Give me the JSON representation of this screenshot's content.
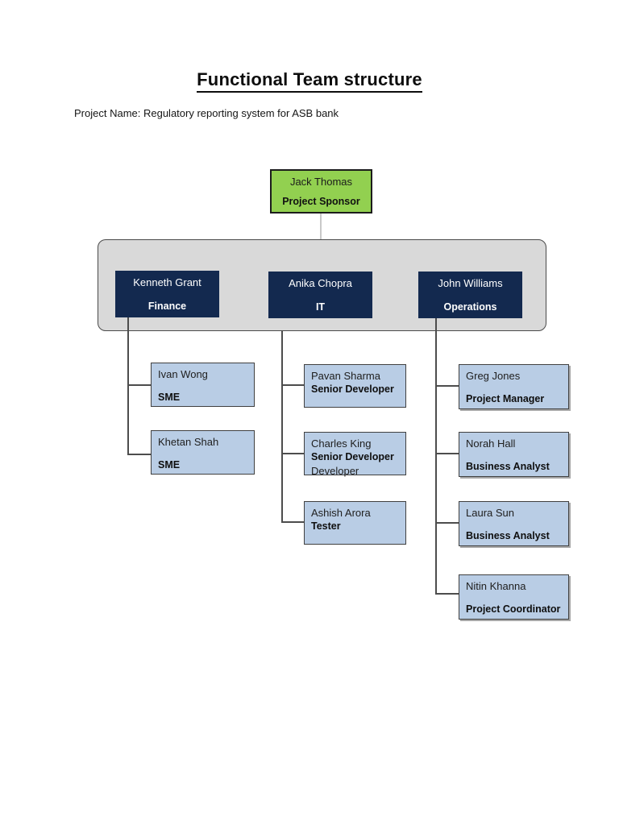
{
  "page": {
    "title": "Functional Team structure",
    "project_label": "Project Name: Regulatory reporting system for ASB bank"
  },
  "colors": {
    "sponsor_fill": "#92D050",
    "department_fill": "#13294F",
    "department_text": "#FFFFFF",
    "member_fill": "#B9CDE5",
    "group_container_fill": "#D9D9D9",
    "connector_dark": "#4D4D4D",
    "connector_light": "#C9C9C9"
  },
  "org": {
    "sponsor": {
      "name": "Jack Thomas",
      "role": "Project Sponsor"
    },
    "departments": [
      {
        "name": "Kenneth Grant",
        "role": "Finance",
        "members": [
          {
            "name": "Ivan Wong",
            "role": "SME"
          },
          {
            "name": "Khetan Shah",
            "role": "SME"
          }
        ]
      },
      {
        "name": "Anika Chopra",
        "role": "IT",
        "members": [
          {
            "name": "Pavan Sharma",
            "role": "Senior Developer"
          },
          {
            "name": "Charles King",
            "role": "Senior Developer",
            "extra": "Developer"
          },
          {
            "name": "Ashish Arora",
            "role": "Tester"
          }
        ]
      },
      {
        "name": "John Williams",
        "role": "Operations",
        "members": [
          {
            "name": "Greg Jones",
            "role": "Project Manager"
          },
          {
            "name": "Norah Hall",
            "role": "Business Analyst"
          },
          {
            "name": "Laura Sun",
            "role": "Business Analyst"
          },
          {
            "name": "Nitin Khanna",
            "role": "Project Coordinator"
          }
        ]
      }
    ]
  }
}
